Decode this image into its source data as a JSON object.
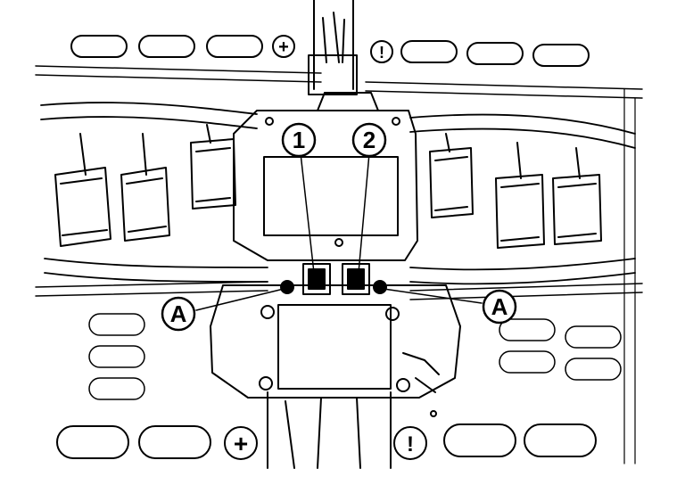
{
  "callouts": {
    "c1": "1",
    "c2": "2",
    "cA_left": "A",
    "cA_right": "A"
  },
  "panel_marks": {
    "plus_top": "+",
    "bang_top": "!",
    "plus_bottom": "+",
    "bang_bottom": "!"
  }
}
